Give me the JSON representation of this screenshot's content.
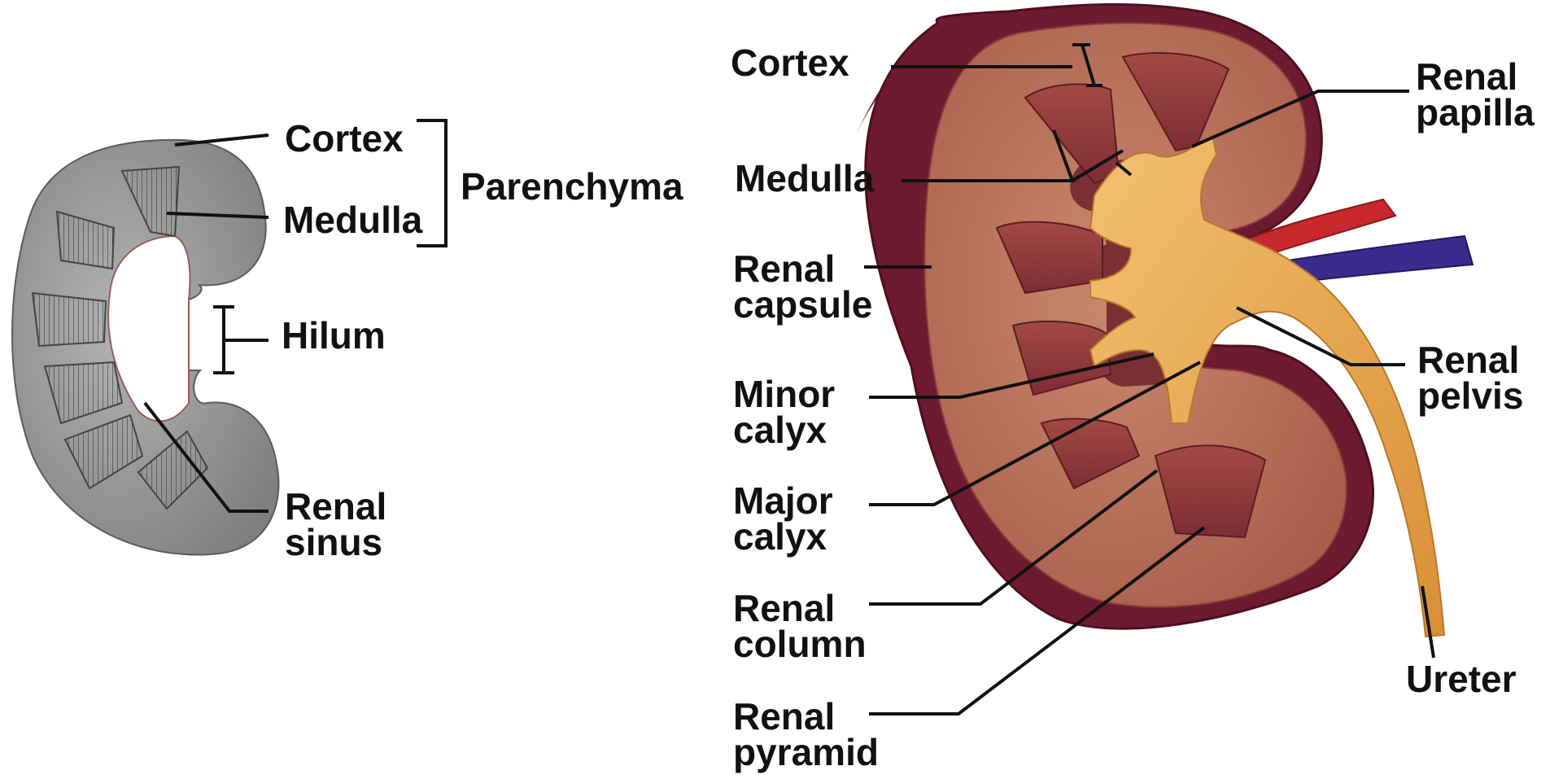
{
  "left_diagram": {
    "labels": {
      "cortex": "Cortex",
      "medulla": "Medulla",
      "parenchyma": "Parenchyma",
      "hilum": "Hilum",
      "renal_sinus": [
        "Renal",
        "sinus"
      ]
    }
  },
  "right_diagram": {
    "labels": {
      "cortex": "Cortex",
      "medulla": "Medulla",
      "renal_capsule": [
        "Renal",
        "capsule"
      ],
      "minor_calyx": [
        "Minor",
        "calyx"
      ],
      "major_calyx": [
        "Major",
        "calyx"
      ],
      "renal_column": [
        "Renal",
        "column"
      ],
      "renal_pyramid": [
        "Renal",
        "pyramid"
      ],
      "renal_papilla": [
        "Renal",
        "papilla"
      ],
      "renal_pelvis": [
        "Renal",
        "pelvis"
      ],
      "ureter": "Ureter"
    }
  },
  "colors": {
    "label_text": "#111111",
    "leader_line": "#111111",
    "left_kidney_gray": "#8c8c8c",
    "capsule_maroon": "#7a1f34",
    "cortex_tan": "#b86b55",
    "pyramid_red": "#8e3b3d",
    "pelvis_yellow": "#e9a84a",
    "artery_red": "#c9292c",
    "vein_blue": "#3a2b8c"
  }
}
